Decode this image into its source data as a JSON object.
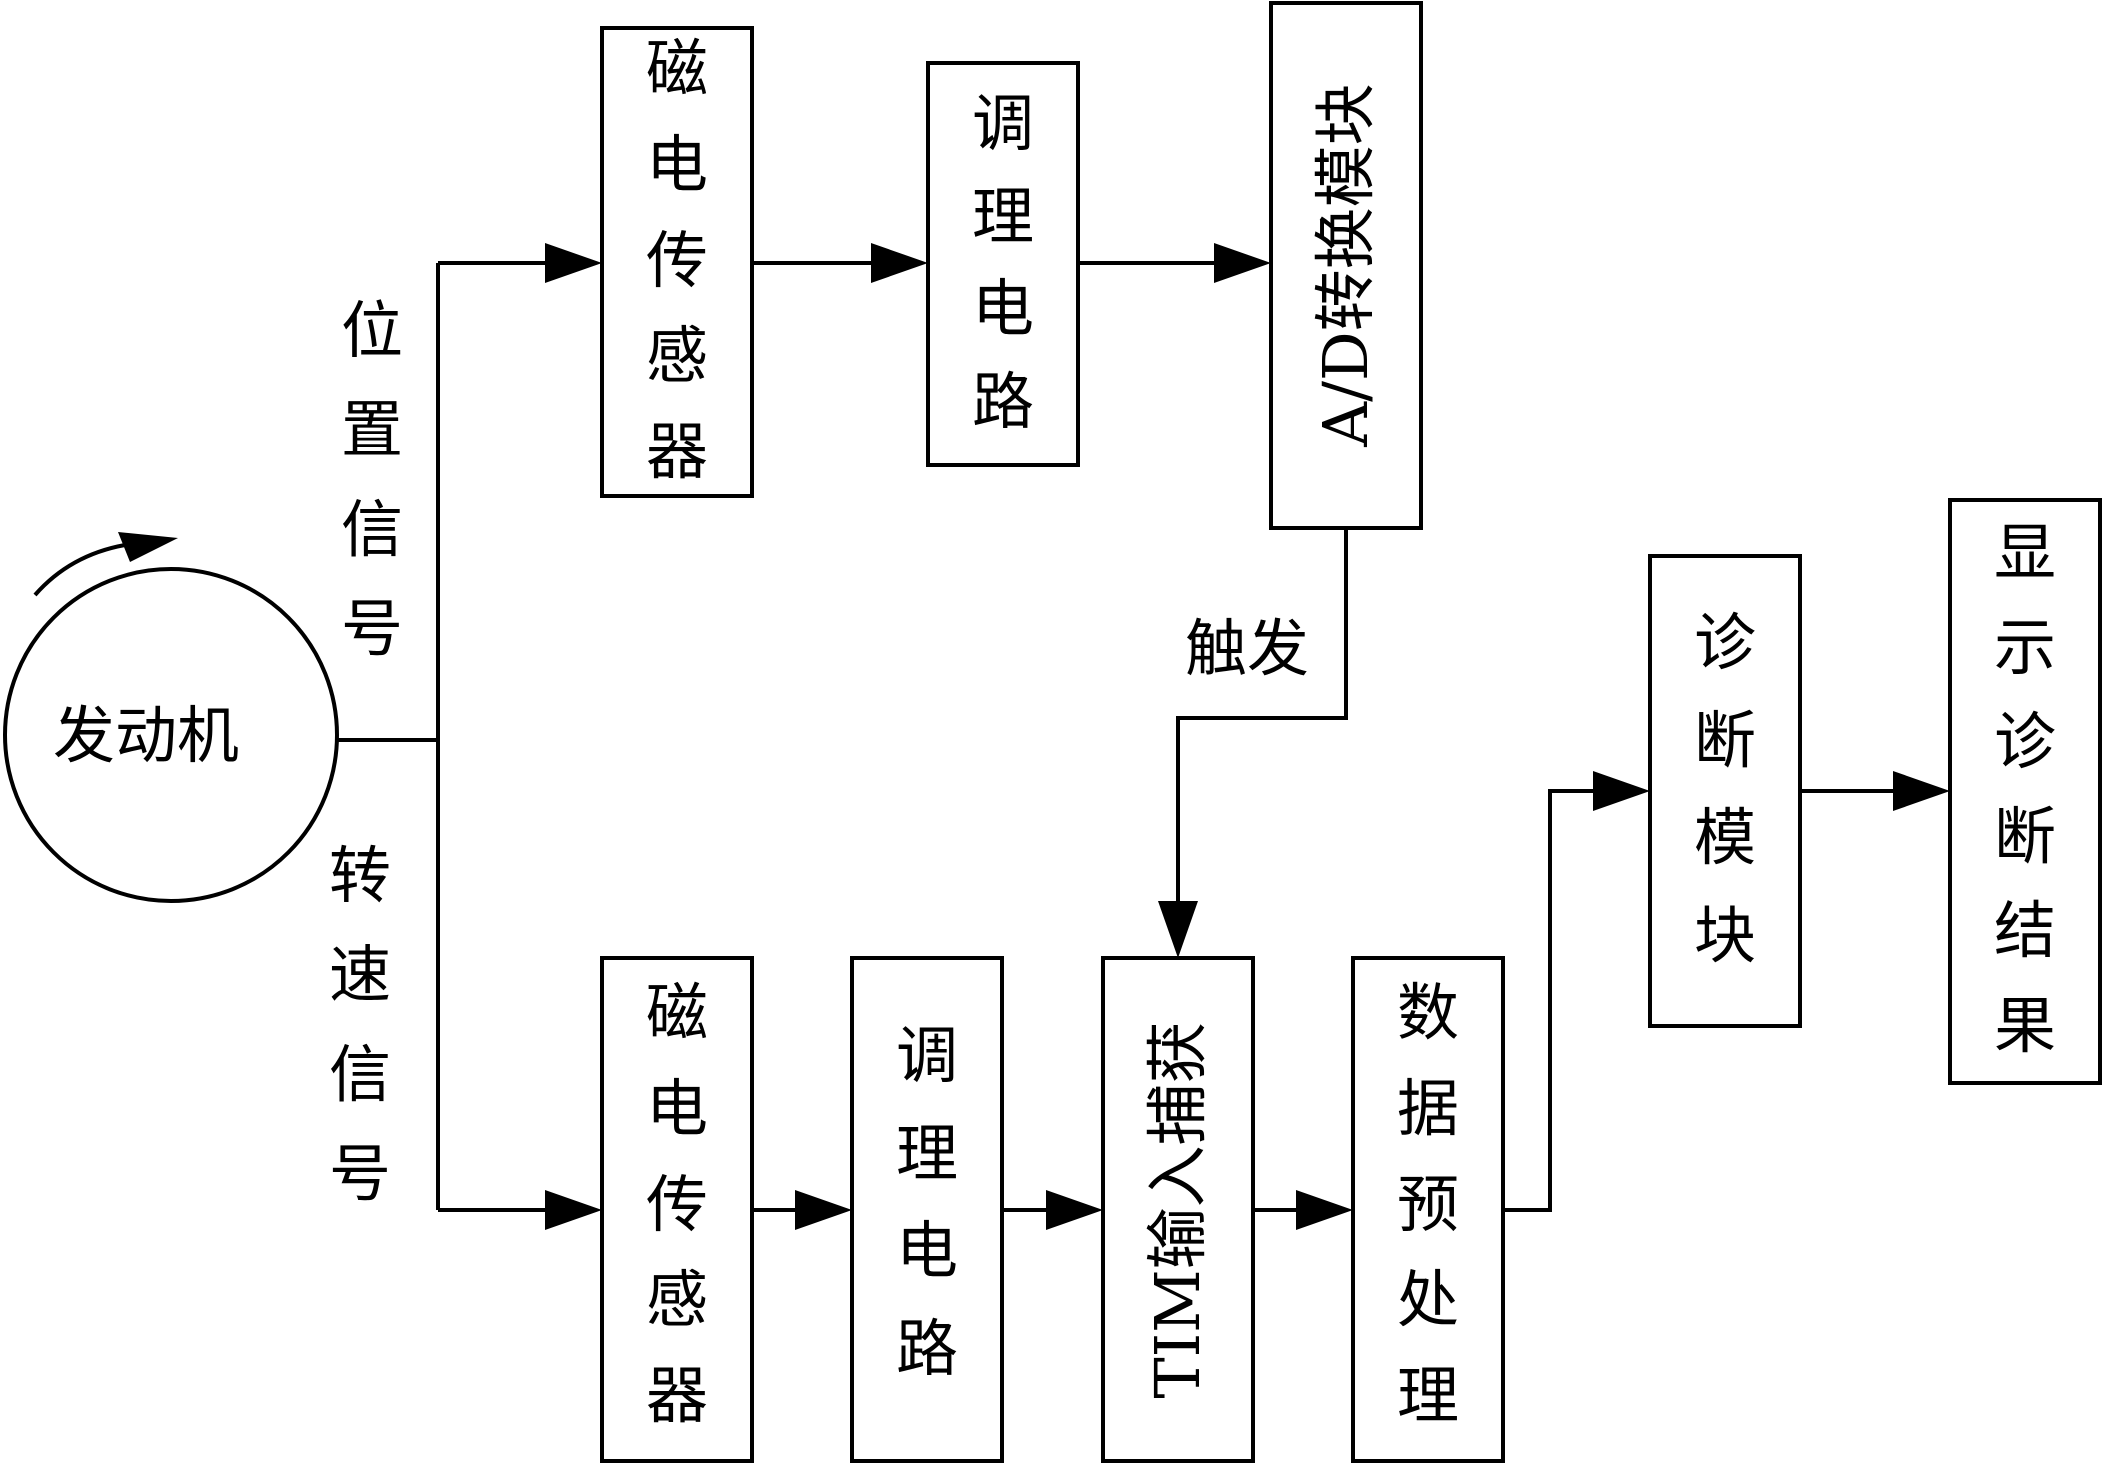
{
  "engine": {
    "label": "发动机"
  },
  "signals": {
    "position": "位置信号",
    "speed": "转速信号",
    "trigger": "触发"
  },
  "top_row": {
    "sensor": "磁电传感器",
    "conditioning": "调理电路",
    "adc": "A/D转换模块"
  },
  "bottom_row": {
    "sensor": "磁电传感器",
    "conditioning": "调理电路",
    "tim": "TIM输入捕获",
    "preprocess": "数据预处理"
  },
  "right": {
    "diagnosis": "诊断模块",
    "display": "显示诊断结果"
  }
}
